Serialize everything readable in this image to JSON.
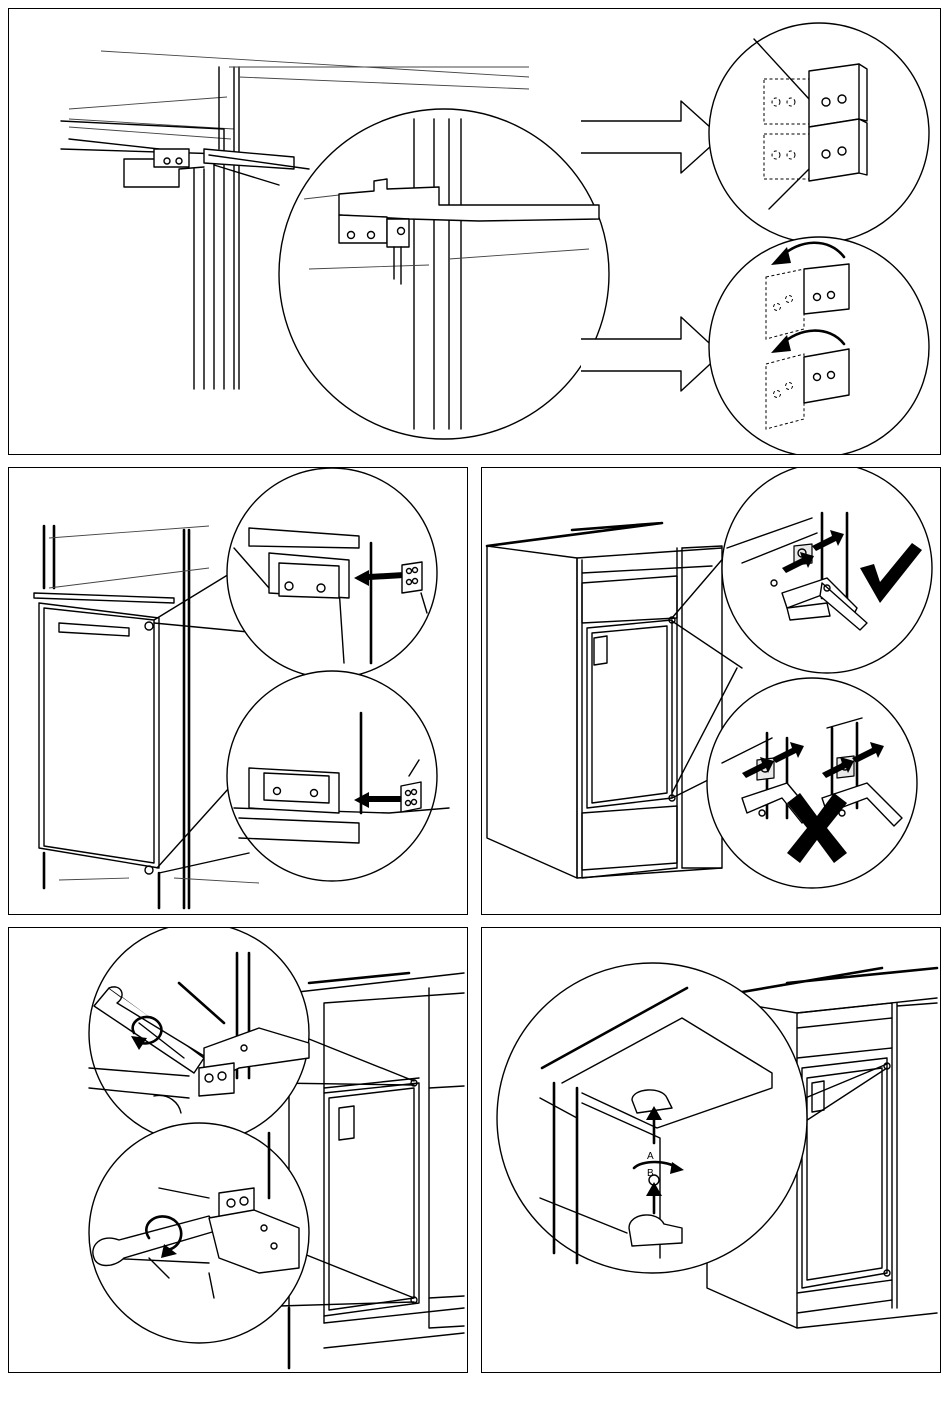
{
  "figure": {
    "panels": [
      {
        "id": "p1",
        "description_icon": "hinge-mount-overview-illustration"
      },
      {
        "id": "p2",
        "description_icon": "hinge-cover-fitting-illustration"
      },
      {
        "id": "p3",
        "description_icon": "hinge-alignment-check-illustration"
      },
      {
        "id": "p4",
        "description_icon": "screw-tightening-illustration"
      },
      {
        "id": "p5",
        "description_icon": "cover-cap-illustration"
      }
    ],
    "callouts": {
      "correct_mark": "check-mark-icon",
      "wrong_mark": "x-mark-icon",
      "rotate_arrows": "rotate-arrow-icon"
    },
    "labels": {
      "cap_letter_a": "A",
      "cap_letter_b": "B"
    },
    "colors": {
      "ink": "#000000",
      "paper": "#ffffff"
    }
  }
}
